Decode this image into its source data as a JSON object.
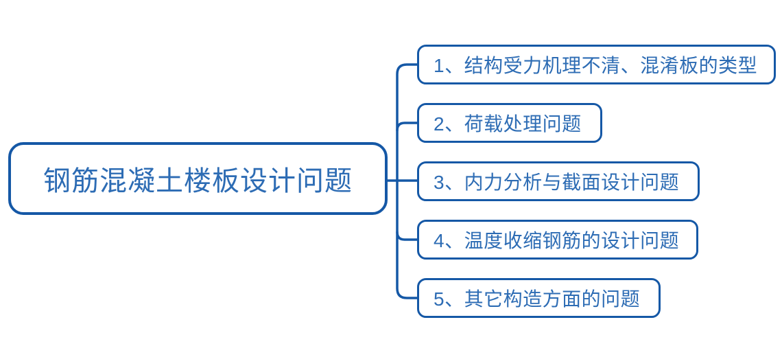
{
  "diagram": {
    "type": "mindmap",
    "root": {
      "label": "钢筋混凝土楼板设计问题"
    },
    "branches": [
      {
        "label": "1、结构受力机理不清、混淆板的类型"
      },
      {
        "label": "2、荷载处理问题"
      },
      {
        "label": "3、内力分析与截面设计问题"
      },
      {
        "label": "4、温度收缩钢筋的设计问题"
      },
      {
        "label": "5、其它构造方面的问题"
      }
    ],
    "colors": {
      "line": "#1558a6",
      "text": "#2d6cb4",
      "background": "#ffffff"
    }
  }
}
